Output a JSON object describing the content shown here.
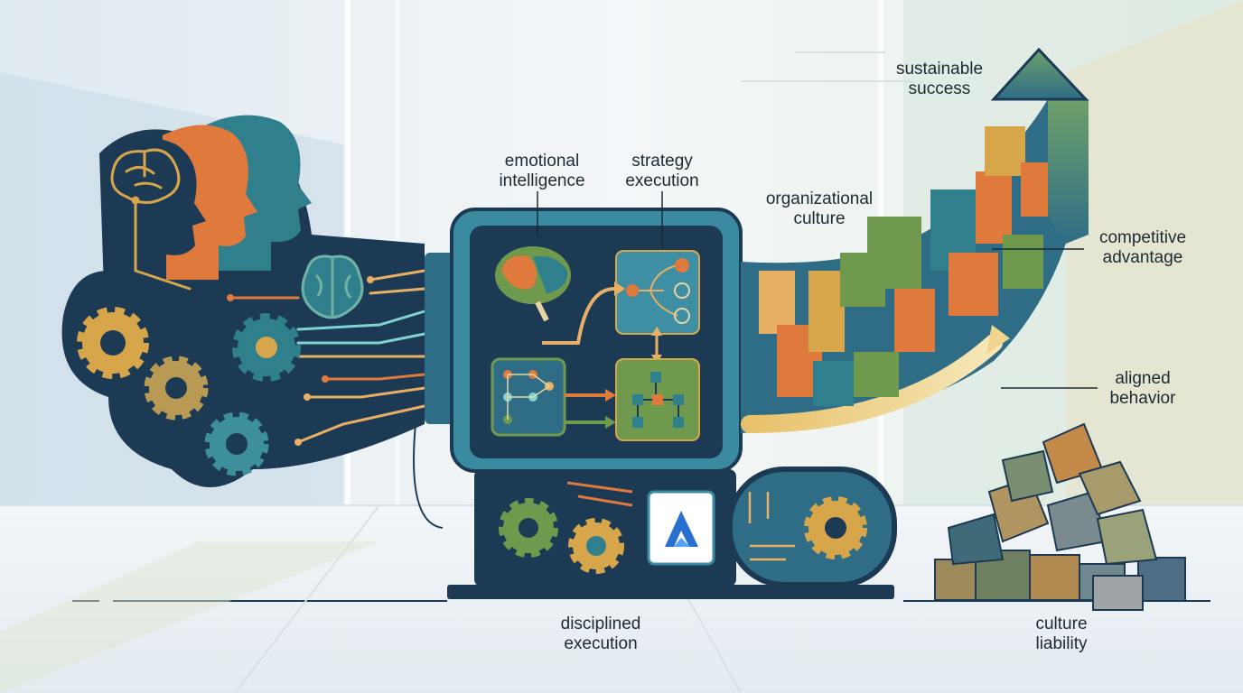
{
  "labels": {
    "emotional_intelligence": [
      "emotional",
      "intelligence"
    ],
    "strategy_execution": [
      "strategy",
      "execution"
    ],
    "organizational_culture": [
      "organizational",
      "culture"
    ],
    "sustainable_success": [
      "sustainable",
      "success"
    ],
    "competitive_advantage": [
      "competitive",
      "advantage"
    ],
    "aligned_behavior": [
      "aligned",
      "behavior"
    ],
    "disciplined_execution": [
      "disciplined",
      "execution"
    ],
    "culture_liability": [
      "culture",
      "liability"
    ]
  },
  "colors": {
    "navy": "#1d3a55",
    "teal": "#2f7f8c",
    "orange": "#e07a3c",
    "gold": "#d8a64a",
    "green": "#6f9a4e",
    "background": "#eef3f6",
    "text": "#1c2a33"
  }
}
